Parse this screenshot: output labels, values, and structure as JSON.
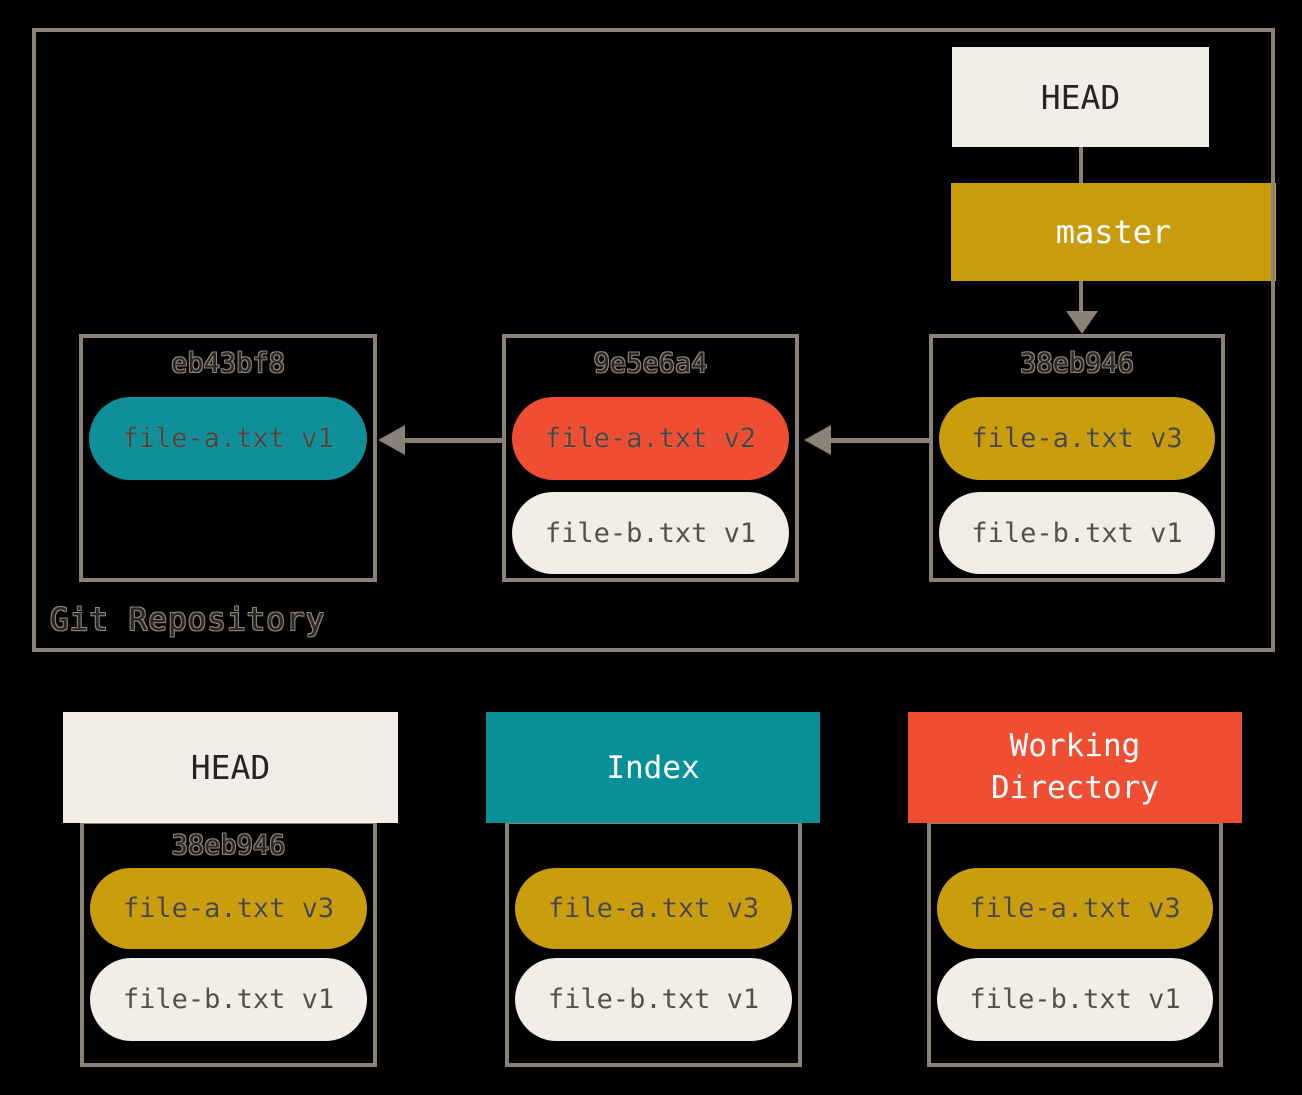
{
  "colors": {
    "background": "#000000",
    "frame_border": "#8a8177",
    "off_white": "#f0eee7",
    "teal": "#0f8f99",
    "teal_header": "#089099",
    "gold": "#c99d0c",
    "red": "#f04e32",
    "dark_text": "#262320",
    "muted_text": "#4c4640",
    "white_text": "#ffffff"
  },
  "repository": {
    "label": "Git Repository",
    "head": {
      "label": "HEAD"
    },
    "branch": {
      "label": "master"
    },
    "commits": [
      {
        "hash": "eb43bf8",
        "files": [
          {
            "label": "file-a.txt v1",
            "color": "teal"
          }
        ]
      },
      {
        "hash": "9e5e6a4",
        "files": [
          {
            "label": "file-a.txt v2",
            "color": "red"
          },
          {
            "label": "file-b.txt v1",
            "color": "off_white"
          }
        ]
      },
      {
        "hash": "38eb946",
        "files": [
          {
            "label": "file-a.txt v3",
            "color": "gold"
          },
          {
            "label": "file-b.txt v1",
            "color": "off_white"
          }
        ]
      }
    ]
  },
  "areas": [
    {
      "title": "HEAD",
      "hash": "38eb946",
      "files": [
        {
          "label": "file-a.txt v3",
          "color": "gold"
        },
        {
          "label": "file-b.txt v1",
          "color": "off_white"
        }
      ]
    },
    {
      "title": "Index",
      "files": [
        {
          "label": "file-a.txt v3",
          "color": "gold"
        },
        {
          "label": "file-b.txt v1",
          "color": "off_white"
        }
      ]
    },
    {
      "title": "Working Directory",
      "files": [
        {
          "label": "file-a.txt v3",
          "color": "gold"
        },
        {
          "label": "file-b.txt v1",
          "color": "off_white"
        }
      ]
    }
  ]
}
